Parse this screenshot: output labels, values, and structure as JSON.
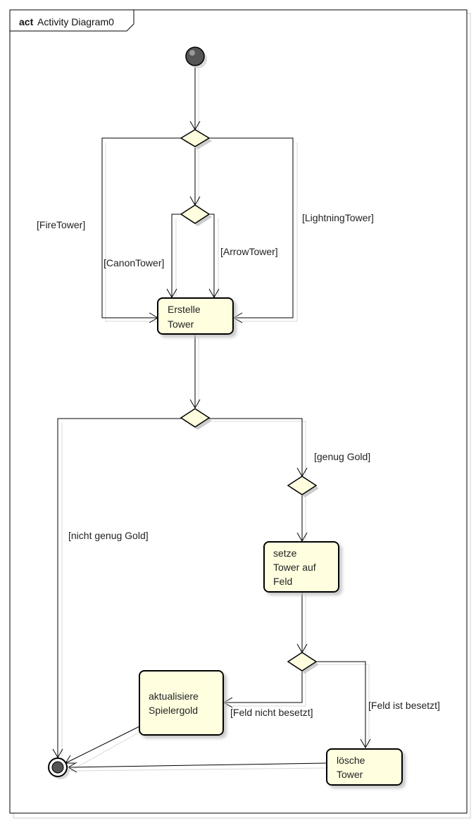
{
  "frame": {
    "keyword": "act",
    "name": "Activity Diagram0"
  },
  "colors": {
    "node_fill": "#ffffe0",
    "stroke": "#000000",
    "shadow": "#cfcfcf"
  },
  "actions": {
    "create_tower": [
      "Erstelle",
      "Tower"
    ],
    "place_tower": [
      "setze",
      "Tower auf",
      "Feld"
    ],
    "update_gold": [
      "aktualisiere",
      "Spielergold"
    ],
    "delete_tower": [
      "lösche",
      "Tower"
    ]
  },
  "guards": {
    "fire_tower": "[FireTower]",
    "lightning_tower": "[LightningTower]",
    "canon_tower": "[CanonTower]",
    "arrow_tower": "[ArrowTower]",
    "enough_gold": "[genug Gold]",
    "not_enough_gold": "[nicht genug Gold]",
    "field_free": "[Feld nicht besetzt]",
    "field_occupied": "[Feld ist besetzt]"
  }
}
